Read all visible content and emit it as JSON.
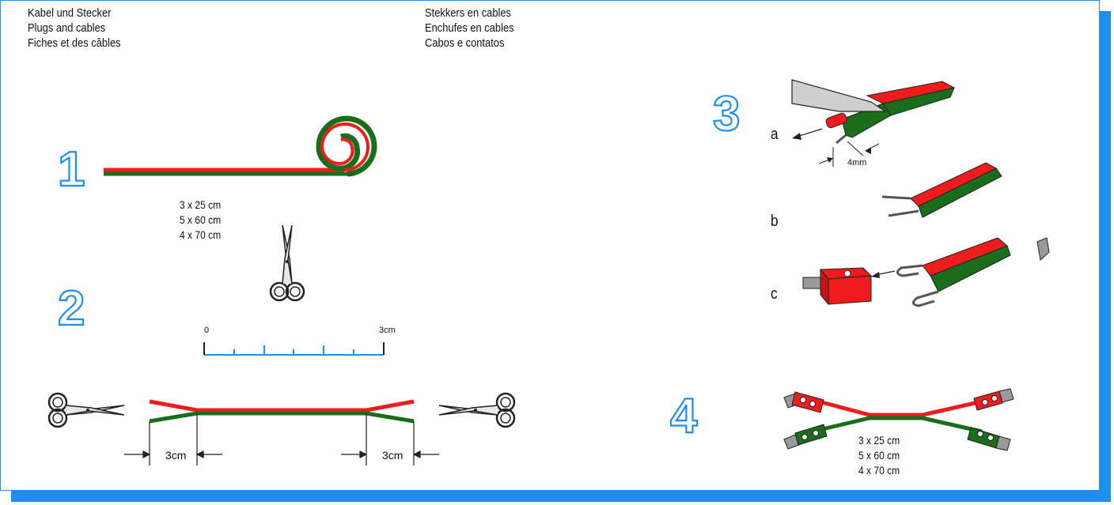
{
  "header_left": [
    "Kabel und Stecker",
    "Plugs and cables",
    "Fiches et des câbles"
  ],
  "header_right": [
    "Stekkers en cables",
    "Enchufes en cables",
    "Cabos e contatos"
  ],
  "steps": [
    "1",
    "2",
    "3",
    "4"
  ],
  "lengths": [
    "3 x 25 cm",
    "5 x 60 cm",
    "4 x 70 cm"
  ],
  "ruler": {
    "start": "0",
    "end": "3cm"
  },
  "strip_measure": "3cm",
  "strip_measure_right": "3cm",
  "sub_steps": [
    "a",
    "b",
    "c"
  ],
  "strip_length": "4mm",
  "colors": {
    "accent": "#1e8fef",
    "red_wire": "#ee1c1c",
    "green_wire": "#1a6d1a",
    "plug_grey": "#9a9a9a"
  }
}
